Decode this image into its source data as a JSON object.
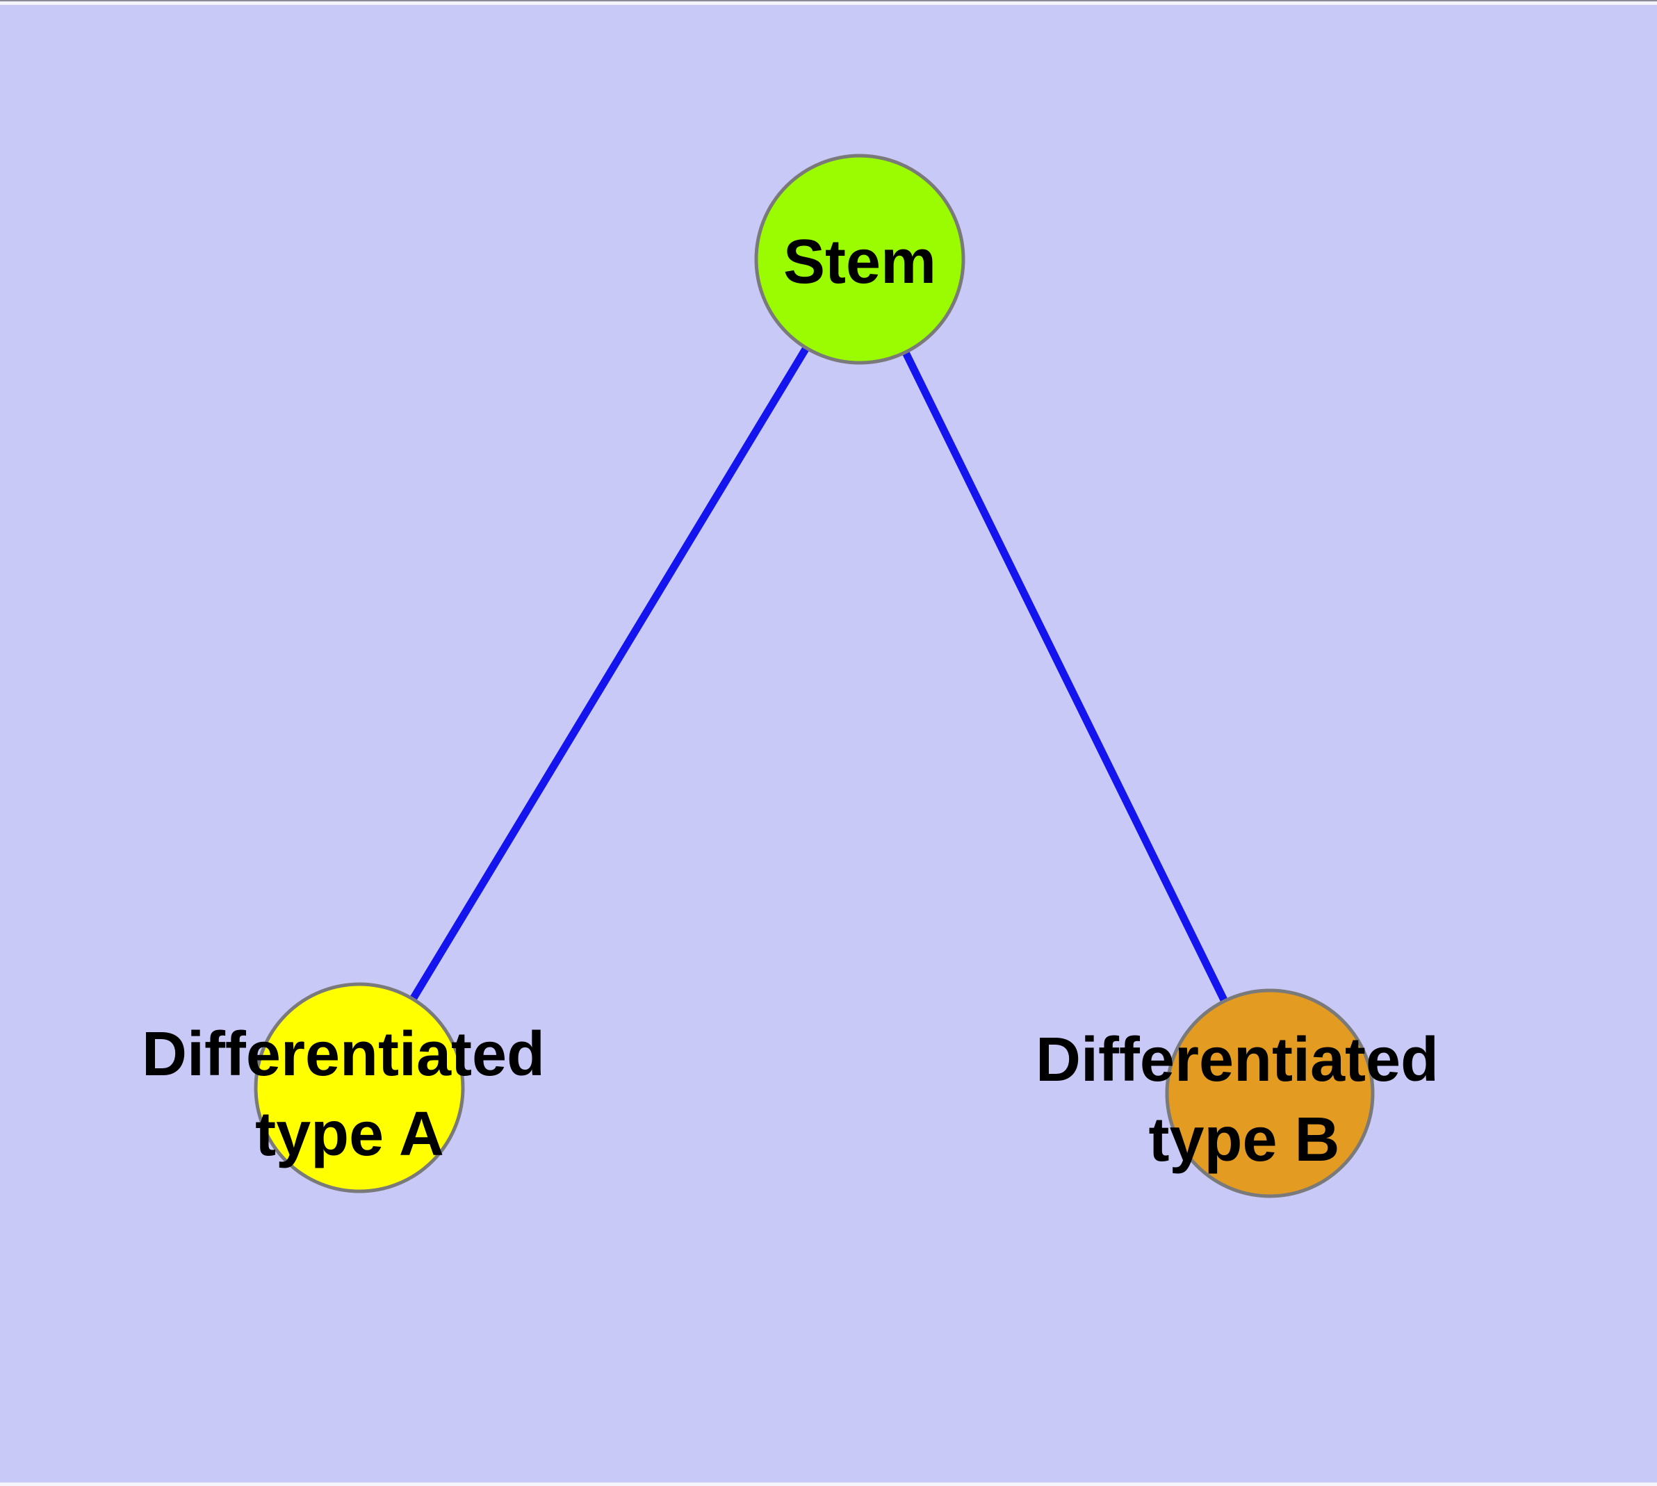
{
  "diagram": {
    "background_color": "#C9C9F7",
    "edge_color": "#1414EE",
    "node_border_color": "#7A7A7A",
    "label_color": "#000000",
    "nodes": {
      "stem": {
        "label": "Stem",
        "fill": "#9BFB00"
      },
      "type_a": {
        "label_line1": "Differentiated",
        "label_line2": "type A",
        "fill": "#FFFF00"
      },
      "type_b": {
        "label_line1": "Differentiated",
        "label_line2": "type B",
        "fill": "#E49B21"
      }
    },
    "edges": [
      {
        "from": "Stem",
        "to": "Differentiated type A"
      },
      {
        "from": "Stem",
        "to": "Differentiated type B"
      }
    ]
  }
}
